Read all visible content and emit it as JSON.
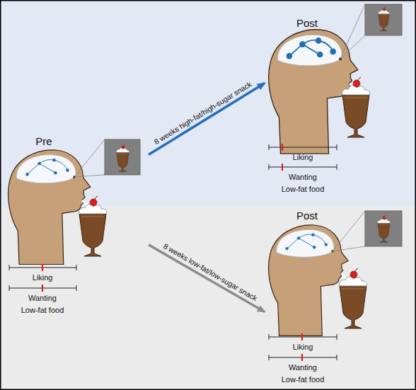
{
  "diagram": {
    "nodes": [
      {
        "text": [
          "Pre"
        ]
      },
      {
        "text": [
          "Post"
        ]
      },
      {
        "text": [
          "Post"
        ]
      }
    ],
    "edges": [
      {
        "from": 0,
        "to": 1,
        "arrow": "to",
        "label": "8 weeks high-fat/high-sugar snack"
      },
      {
        "from": 0,
        "to": 2,
        "arrow": "to",
        "label": "8 weeks low-fat/low-sugar snack"
      }
    ],
    "labels": [
      "Liking",
      "Wanting",
      "Low-fat food",
      "Liking",
      "Wanting",
      "Low-fat food",
      "Liking",
      "Wanting",
      "Low-fat food"
    ]
  }
}
